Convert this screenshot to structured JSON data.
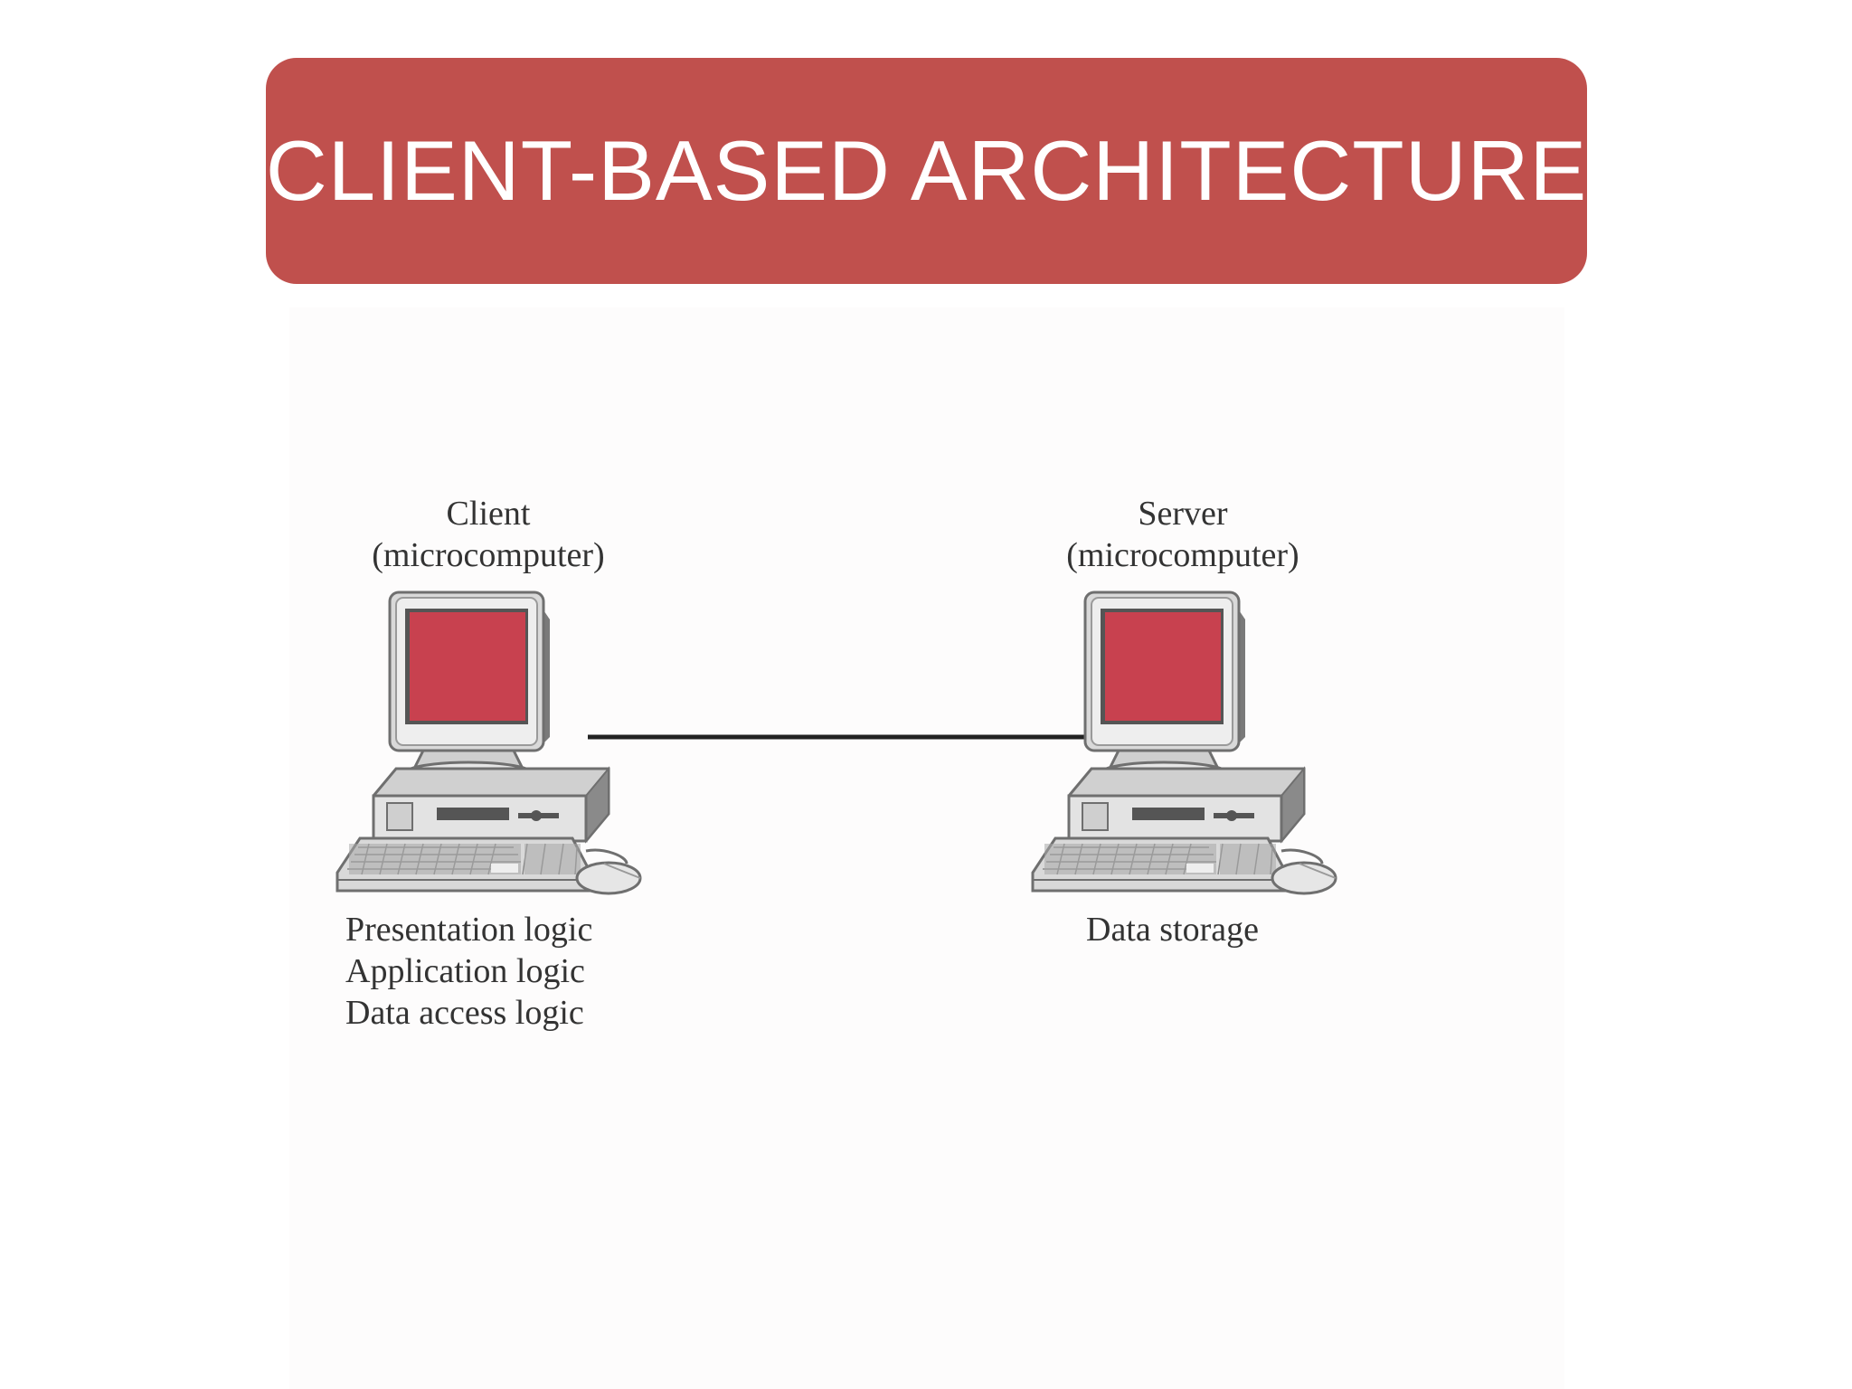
{
  "title": "CLIENT-BASED ARCHITECTURE",
  "client": {
    "label": "Client",
    "sublabel": "(microcomputer)",
    "functions": [
      "Presentation logic",
      "Application logic",
      "Data access logic"
    ]
  },
  "server": {
    "label": "Server",
    "sublabel": "(microcomputer)",
    "functions": [
      "Data storage"
    ]
  },
  "colors": {
    "banner": "#c0504d",
    "screen": "#c8414f",
    "computer_body": "#d9d9d9",
    "line": "#222222"
  },
  "icons": {
    "client_computer": "desktop-computer-icon",
    "server_computer": "desktop-computer-icon"
  }
}
